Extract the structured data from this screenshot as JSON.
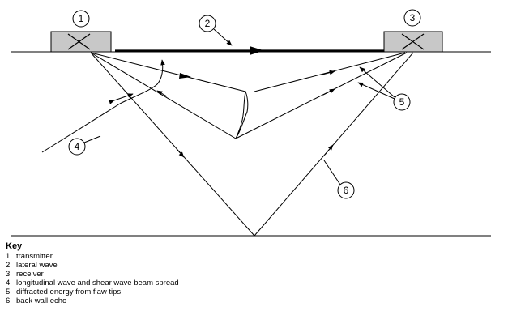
{
  "callouts": {
    "c1": "1",
    "c2": "2",
    "c3": "3",
    "c4": "4",
    "c5": "5",
    "c6": "6"
  },
  "key": {
    "title": "Key",
    "items": [
      {
        "num": "1",
        "text": "transmitter"
      },
      {
        "num": "2",
        "text": "lateral wave"
      },
      {
        "num": "3",
        "text": "receiver"
      },
      {
        "num": "4",
        "text": "longitudinal wave and shear wave beam spread"
      },
      {
        "num": "5",
        "text": "diffracted energy from flaw tips"
      },
      {
        "num": "6",
        "text": "back wall echo"
      }
    ]
  },
  "colors": {
    "line": "#000000",
    "probe_fill": "#c8c8c8",
    "background": "#ffffff"
  }
}
